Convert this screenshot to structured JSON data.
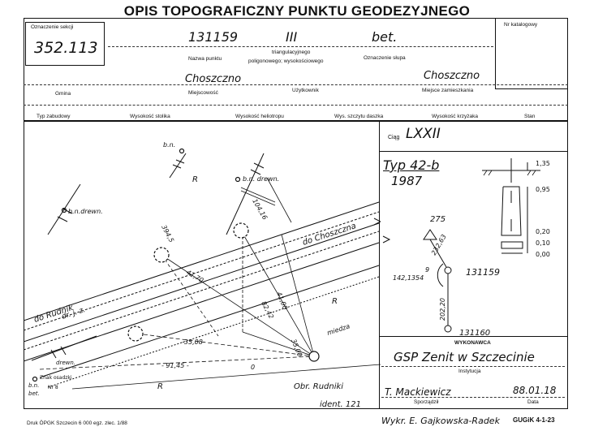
{
  "title": "OPIS TOPOGRAFICZNY PUNKTU GEODEZYJNEGO",
  "header": {
    "section_label": "Oznaczenie sekcji",
    "section_value": "352.113",
    "catalog_label": "Nr katalogowy",
    "point_name": "131159",
    "point_class": "III",
    "marker": "bet.",
    "point_name_label": "Nazwa punktu",
    "network_label_1": "triangulacyjnego",
    "network_label_2": "poligonowego; wysokościowego",
    "marker_label": "Oznaczenie słupa",
    "gmina_value": "Choszczno",
    "user_value": "Choszczno",
    "gmina_label": "Gmina",
    "locality_label": "Miejscowość",
    "user_label": "Użytkownik",
    "residence_label": "Miejsce zamieszkania"
  },
  "attributes_row": [
    "Typ zabudowy",
    "Wysokość stolika",
    "Wysokość heliotropu",
    "Wys. szczytu daszka",
    "Wysokość krzyżaka",
    "Stan"
  ],
  "right_panel": {
    "ciag_label": "Ciąg",
    "ciag_value": "LXXII",
    "type_value": "Typ 42-b",
    "year_value": "1987",
    "dims": {
      "top": "1,35",
      "d1": "0,95",
      "d2": "0,20",
      "d3": "0,10",
      "d4": "0,00"
    },
    "network": {
      "node_top": "275",
      "dist_1": "232,63",
      "angle_label": "9",
      "angle_value": "142,1354",
      "point_mid": "131159",
      "dist_2": "202,20",
      "point_bottom": "131160"
    },
    "exec_label": "WYKONAWCA",
    "exec_value": "GSP Zenit w Szczecinie",
    "inst_label": "Instytucja",
    "author": "T. Mackiewicz",
    "date": "88.01.18",
    "author_label": "Sporządził",
    "date_label": "Data"
  },
  "sketch": {
    "R1": "R",
    "R2": "R",
    "R3": "R",
    "bn1": "b.n.",
    "bn2": "b.n. drewn.",
    "bn3": "b.n.drewn.",
    "d_104": "104,16",
    "d_394": "394,5",
    "road_north": "do Choszczna",
    "road_south": "do Rudnik",
    "road_south2": "dr. j. z.",
    "d_4170": "41,70",
    "d_8242": "82,42",
    "d_4100": "41,00",
    "d_3500": "35,00",
    "d_3508": "-35,08",
    "d_9145": "- 91,45 -",
    "d_0": "0",
    "miedza": "miedza",
    "drewn": "drewn.",
    "znak": "Znak osadzki",
    "bn4": "b.n.",
    "bet": "bet.",
    "nr": "Nr 8",
    "obr": "Obr. Rudniki",
    "ident": "ident. 121"
  },
  "footer": {
    "print": "Druk ÖPGK Szczecin 6 000 egz. zlec. 1/88",
    "wykr": "Wykr. E. Gajkowska-Radek",
    "form": "GUGiK 4-1-23"
  }
}
